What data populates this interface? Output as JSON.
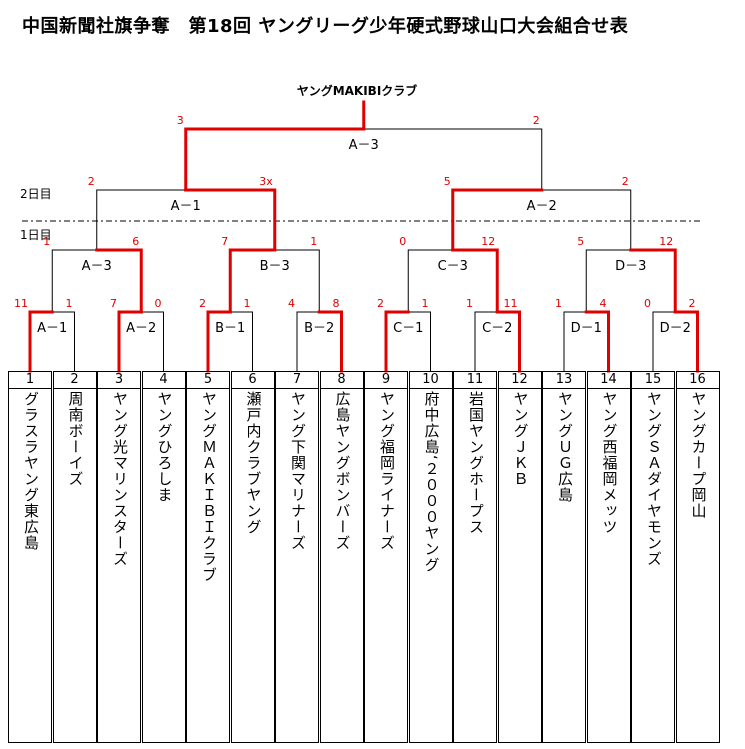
{
  "title": "中国新聞社旗争奪　第18回 ヤングリーグ少年硬式野球山口大会組合せ表",
  "champion": "ヤングMAKIBIクラブ",
  "day_labels": [
    "2日目",
    "1日目"
  ],
  "colors": {
    "win": "#e00000",
    "line": "#000000"
  },
  "matches": [
    {
      "label": "A－1",
      "score_left": "11",
      "score_right": "1"
    },
    {
      "label": "A－2",
      "score_left": "7",
      "score_right": "0"
    },
    {
      "label": "B－1",
      "score_left": "2",
      "score_right": "1"
    },
    {
      "label": "B－2",
      "score_left": "4",
      "score_right": "8"
    },
    {
      "label": "C－1",
      "score_left": "2",
      "score_right": "1"
    },
    {
      "label": "C－2",
      "score_left": "1",
      "score_right": "11"
    },
    {
      "label": "D－1",
      "score_left": "1",
      "score_right": "4"
    },
    {
      "label": "D－2",
      "score_left": "0",
      "score_right": "2"
    },
    {
      "label": "A－3",
      "score_left": "1",
      "score_right": "6"
    },
    {
      "label": "B－3",
      "score_left": "7",
      "score_right": "1"
    },
    {
      "label": "C－3",
      "score_left": "0",
      "score_right": "12"
    },
    {
      "label": "D－3",
      "score_left": "5",
      "score_right": "12"
    },
    {
      "label": "A－1",
      "score_left": "2",
      "score_right": "3x"
    },
    {
      "label": "A－2",
      "score_left": "5",
      "score_right": "2"
    },
    {
      "label": "A－3",
      "score_left": "3",
      "score_right": "2"
    }
  ],
  "teams": [
    {
      "num": "1",
      "name": "グラスラヤング東広島"
    },
    {
      "num": "2",
      "name": "周南ボーイズ"
    },
    {
      "num": "3",
      "name": "ヤング光マリンスターズ"
    },
    {
      "num": "4",
      "name": "ヤングひろしま"
    },
    {
      "num": "5",
      "name": "ヤングＭＡＫＩＢＩクラブ"
    },
    {
      "num": "6",
      "name": "瀬戸内クラブヤング"
    },
    {
      "num": "7",
      "name": "ヤング下関マリナーズ"
    },
    {
      "num": "8",
      "name": "広島ヤングボンバーズ"
    },
    {
      "num": "9",
      "name": "ヤング福岡ライナーズ"
    },
    {
      "num": "10",
      "name": "府中広島‘２０００ヤング"
    },
    {
      "num": "11",
      "name": "岩国ヤングホープス"
    },
    {
      "num": "12",
      "name": "ヤングＪＫＢ"
    },
    {
      "num": "13",
      "name": "ヤングＵＧ広島"
    },
    {
      "num": "14",
      "name": "ヤング西福岡メッツ"
    },
    {
      "num": "15",
      "name": "ヤングＳＡダイヤモンズ"
    },
    {
      "num": "16",
      "name": "ヤングカープ岡山"
    }
  ]
}
